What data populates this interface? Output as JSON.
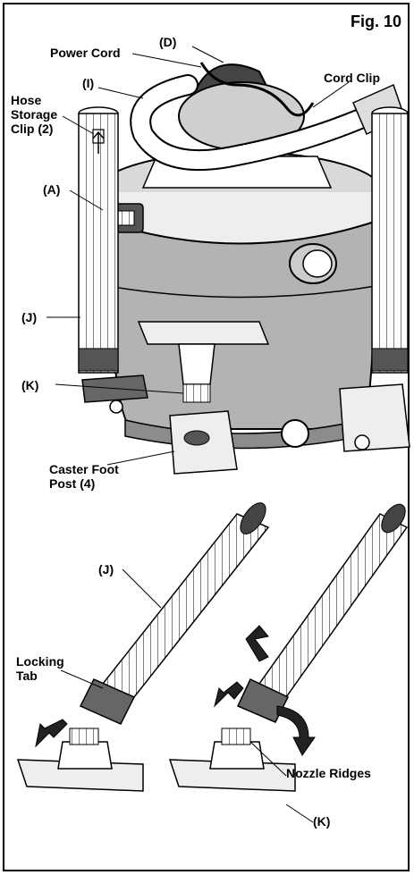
{
  "figure": {
    "label": "Fig. 10"
  },
  "labels": {
    "power_cord": "Power Cord",
    "d": "(D)",
    "cord_clip": "Cord Clip",
    "i": "(I)",
    "hose_storage_clip": [
      "Hose",
      "Storage",
      "Clip (2)"
    ],
    "a": "(A)",
    "j_top": "(J)",
    "k_top": "(K)",
    "caster_foot_post": [
      "Caster Foot",
      "Post (4)"
    ],
    "j_bottom": "(J)",
    "locking_tab": [
      "Locking",
      "Tab"
    ],
    "nozzle_ridges": "Nozzle Ridges",
    "k_bottom": "(K)"
  },
  "colors": {
    "line": "#000000",
    "tank": "#b3b3b3",
    "lid": "#d9d9d9",
    "shade": "#8c8c8c"
  },
  "icons": [
    "storage-clip-arrow-icon",
    "unlock-icon",
    "lock-arrows-icon",
    "arrow-up-icon",
    "arrow-left-down-icon",
    "arrow-curved-icon"
  ]
}
